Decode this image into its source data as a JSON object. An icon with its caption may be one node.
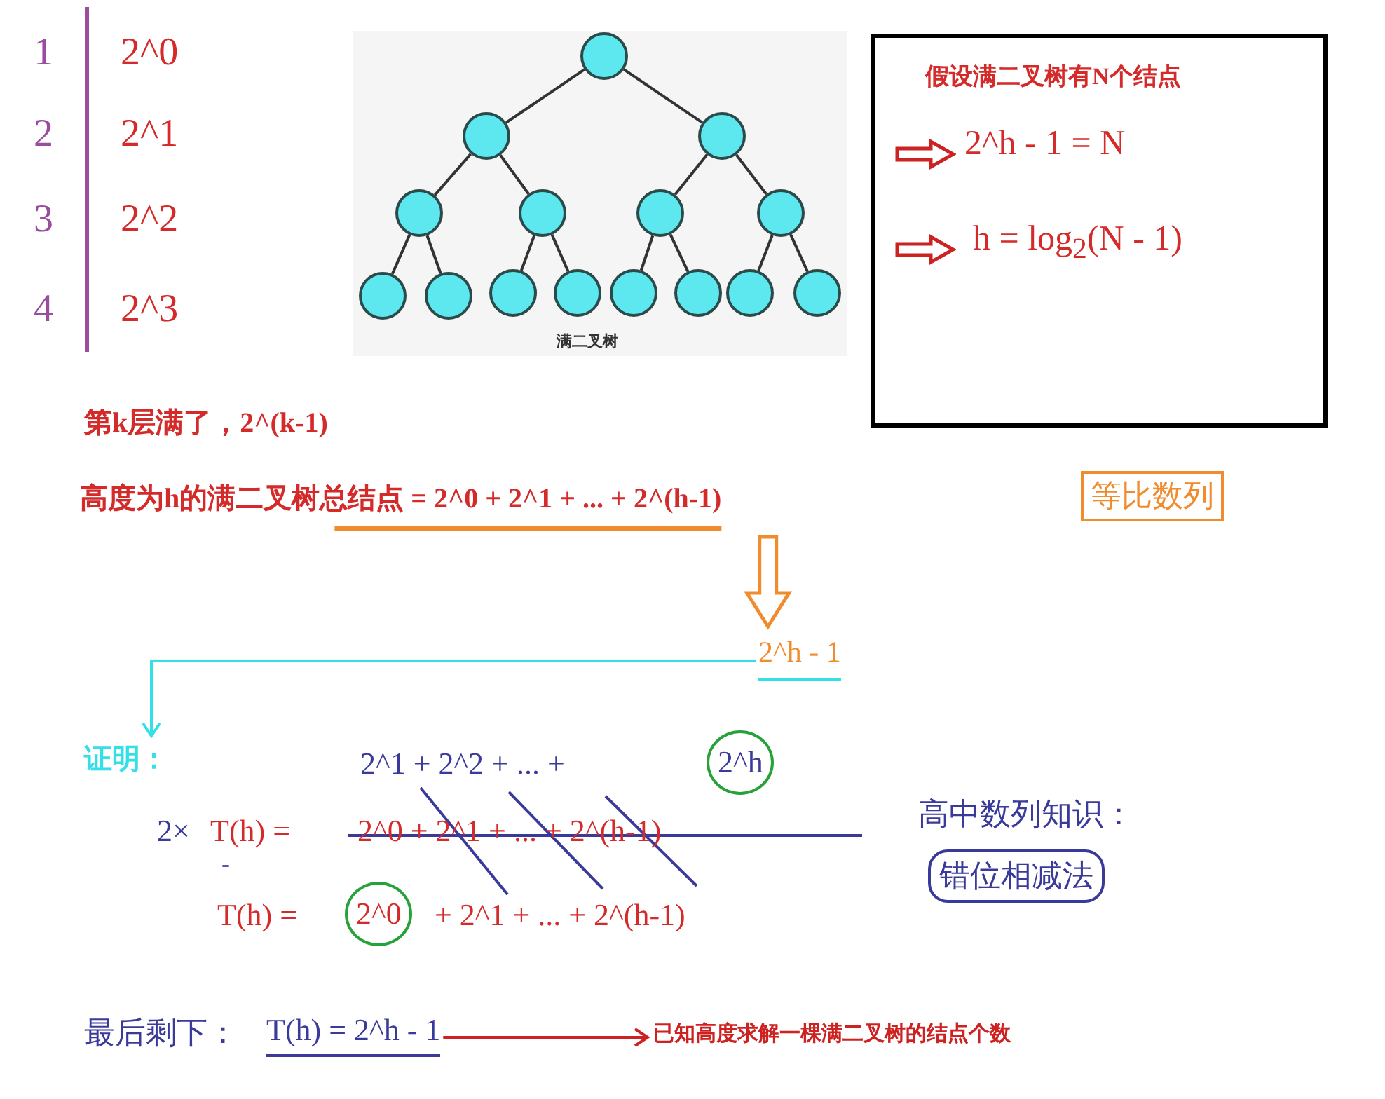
{
  "diagram": {
    "nodes": [
      {
        "text": [],
        "shape": "circle"
      },
      {
        "text": [],
        "shape": "circle"
      },
      {
        "text": [],
        "shape": "circle"
      },
      {
        "text": [],
        "shape": "circle"
      },
      {
        "text": [],
        "shape": "circle"
      },
      {
        "text": [],
        "shape": "circle"
      },
      {
        "text": [],
        "shape": "circle"
      },
      {
        "text": [],
        "shape": "circle"
      },
      {
        "text": [],
        "shape": "circle"
      },
      {
        "text": [],
        "shape": "circle"
      },
      {
        "text": [],
        "shape": "circle"
      },
      {
        "text": [],
        "shape": "circle"
      },
      {
        "text": [],
        "shape": "circle"
      },
      {
        "text": [],
        "shape": "circle"
      },
      {
        "text": [],
        "shape": "circle"
      },
      {
        "text": [
          "假设满二叉树有N个结点",
          "2^h - 1 = N",
          "h = log$_{2}$(N - 1)"
        ]
      },
      {
        "text": [
          "高度为h的满二叉树总结点 = 2^0 + 2^1 + ... + 2^(h-1)"
        ]
      },
      {
        "text": [
          "等比数列"
        ]
      },
      {
        "text": [
          "2^h - 1"
        ]
      },
      {
        "text": [
          "证明："
        ]
      },
      {
        "text": [
          "2^h"
        ]
      },
      {
        "text": [
          "错位相减法"
        ]
      },
      {
        "text": [
          "2^0"
        ]
      },
      {
        "text": [
          "T(h) = 2^h - 1"
        ]
      },
      {
        "text": [
          "已知高度求解一棵满二叉树的结点个数"
        ]
      }
    ],
    "edges": [
      {
        "from": 0,
        "to": 1,
        "arrow": "none"
      },
      {
        "from": 0,
        "to": 2,
        "arrow": "none"
      },
      {
        "from": 1,
        "to": 3,
        "arrow": "none"
      },
      {
        "from": 1,
        "to": 4,
        "arrow": "none"
      },
      {
        "from": 2,
        "to": 5,
        "arrow": "none"
      },
      {
        "from": 2,
        "to": 6,
        "arrow": "none"
      },
      {
        "from": 3,
        "to": 7,
        "arrow": "none"
      },
      {
        "from": 3,
        "to": 8,
        "arrow": "none"
      },
      {
        "from": 4,
        "to": 9,
        "arrow": "none"
      },
      {
        "from": 4,
        "to": 10,
        "arrow": "none"
      },
      {
        "from": 5,
        "to": 11,
        "arrow": "none"
      },
      {
        "from": 5,
        "to": 12,
        "arrow": "none"
      },
      {
        "from": 6,
        "to": 13,
        "arrow": "none"
      },
      {
        "from": 6,
        "to": 14,
        "arrow": "none"
      },
      {
        "from": 16,
        "to": 18,
        "arrow": "to",
        "style": "thick",
        "color": "#f08c2e"
      },
      {
        "from": 18,
        "to": 19,
        "arrow": "to",
        "color": "#33e0e8"
      },
      {
        "from": 23,
        "to": 24,
        "arrow": "to",
        "color": "#cc2222"
      }
    ],
    "labels": [
      "1",
      "2^0",
      "2",
      "2^1",
      "3",
      "2^2",
      "4",
      "2^3",
      "满二叉树",
      "第k层满了，2^(k-1)",
      "2^1 + 2^2 + ... +",
      "2×",
      "T(h) =",
      "2^0 + 2^1 + ... + 2^(h-1)",
      "高中数列知识：",
      "-",
      "T(h) =",
      "+ 2^1 + ... + 2^(h-1)",
      "最后剩下："
    ]
  }
}
